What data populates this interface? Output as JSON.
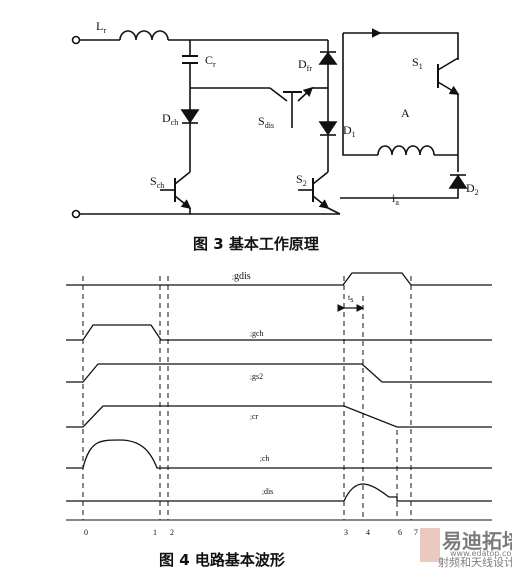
{
  "figure3": {
    "caption": "图 3  基本工作原理",
    "labels": {
      "lr_main": "L",
      "lr_sub": "r",
      "cr_main": "C",
      "cr_sub": "r",
      "dfr_main": "D",
      "dfr_sub": "fr",
      "s1_main": "S",
      "s1_sub": "1",
      "dch_main": "D",
      "dch_sub": "ch",
      "sdis_main": "S",
      "sdis_sub": "dis",
      "d1_main": "D",
      "d1_sub": "1",
      "a_main": "A",
      "sch_main": "S",
      "sch_sub": "ch",
      "s2_main": "S",
      "s2_sub": "2",
      "ia_main": "i",
      "ia_sub": "a",
      "d2_main": "D",
      "d2_sub": "2"
    }
  },
  "figure4": {
    "caption": "图 4    电路基本波形",
    "signal_labels": {
      "gdis": "gdis",
      "gch": "gch",
      "gs2": "gs2",
      "cr": "cr",
      "ch": "ch",
      "dis": "dis",
      "ts_main": "t",
      "ts_sub": "s"
    },
    "time_labels": [
      "0",
      "1",
      "2",
      "3",
      "4",
      "6",
      "7"
    ]
  },
  "watermark": {
    "title": "易迪拓培训",
    "subtitle": "射频和天线设计专家",
    "url": "www.edatop.com"
  }
}
